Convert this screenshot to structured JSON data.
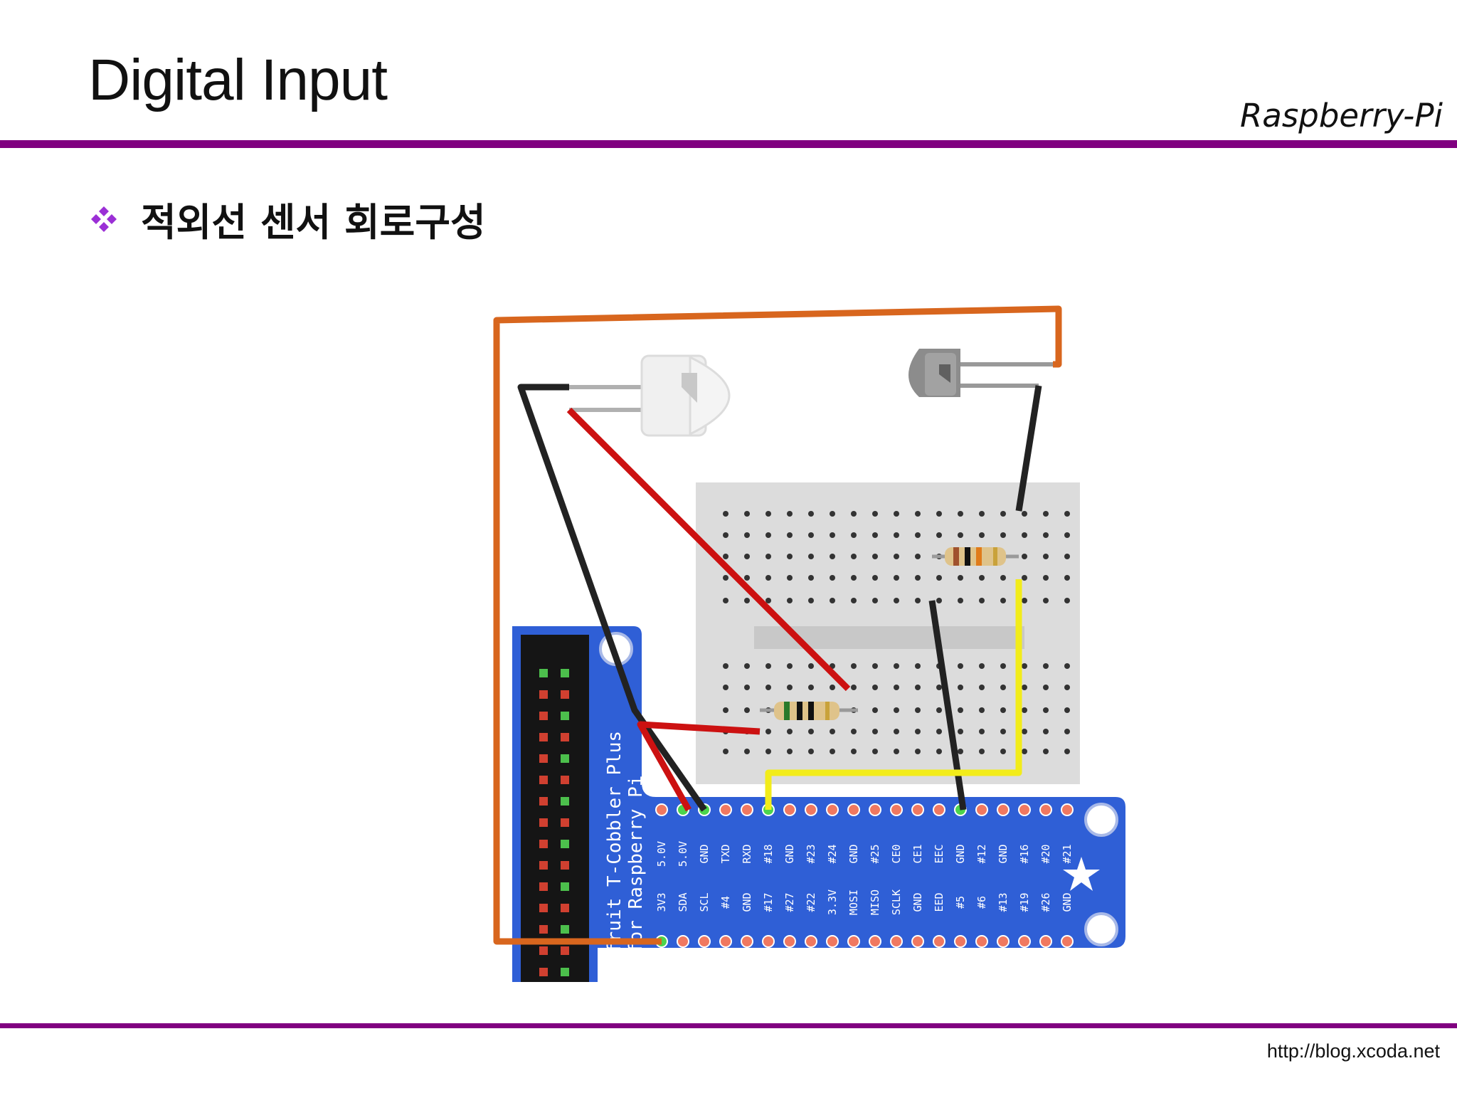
{
  "slide": {
    "title": "Digital Input",
    "brand": "Raspberry-Pi",
    "bullet_text": "적외선 센서 회로구성",
    "footer_url": "http://blog.xcoda.net"
  },
  "diagram": {
    "board_line1": "fruit T-Cobbler Plus",
    "board_line2": "for Raspberry Pi",
    "top_pins": [
      "5.0V",
      "5.0V",
      "GND",
      "TXD",
      "RXD",
      "#18",
      "GND",
      "#23",
      "#24",
      "GND",
      "#25",
      "CE0",
      "CE1",
      "EEC",
      "GND",
      "#12",
      "GND",
      "#16",
      "#20",
      "#21"
    ],
    "bottom_pins": [
      "3V3",
      "SDA",
      "SCL",
      "#4",
      "GND",
      "#17",
      "#27",
      "#22",
      "3.3V",
      "MOSI",
      "MISO",
      "SCLK",
      "GND",
      "EED",
      "#5",
      "#6",
      "#13",
      "#19",
      "#26",
      "GND"
    ],
    "colors": {
      "wire_orange": "#d8661e",
      "wire_black": "#222222",
      "wire_red": "#cc1111",
      "wire_yellow": "#f2ec1a",
      "board_blue": "#2f5fd6",
      "breadboard": "#dcdcdc",
      "accent_purple": "#800080"
    }
  }
}
